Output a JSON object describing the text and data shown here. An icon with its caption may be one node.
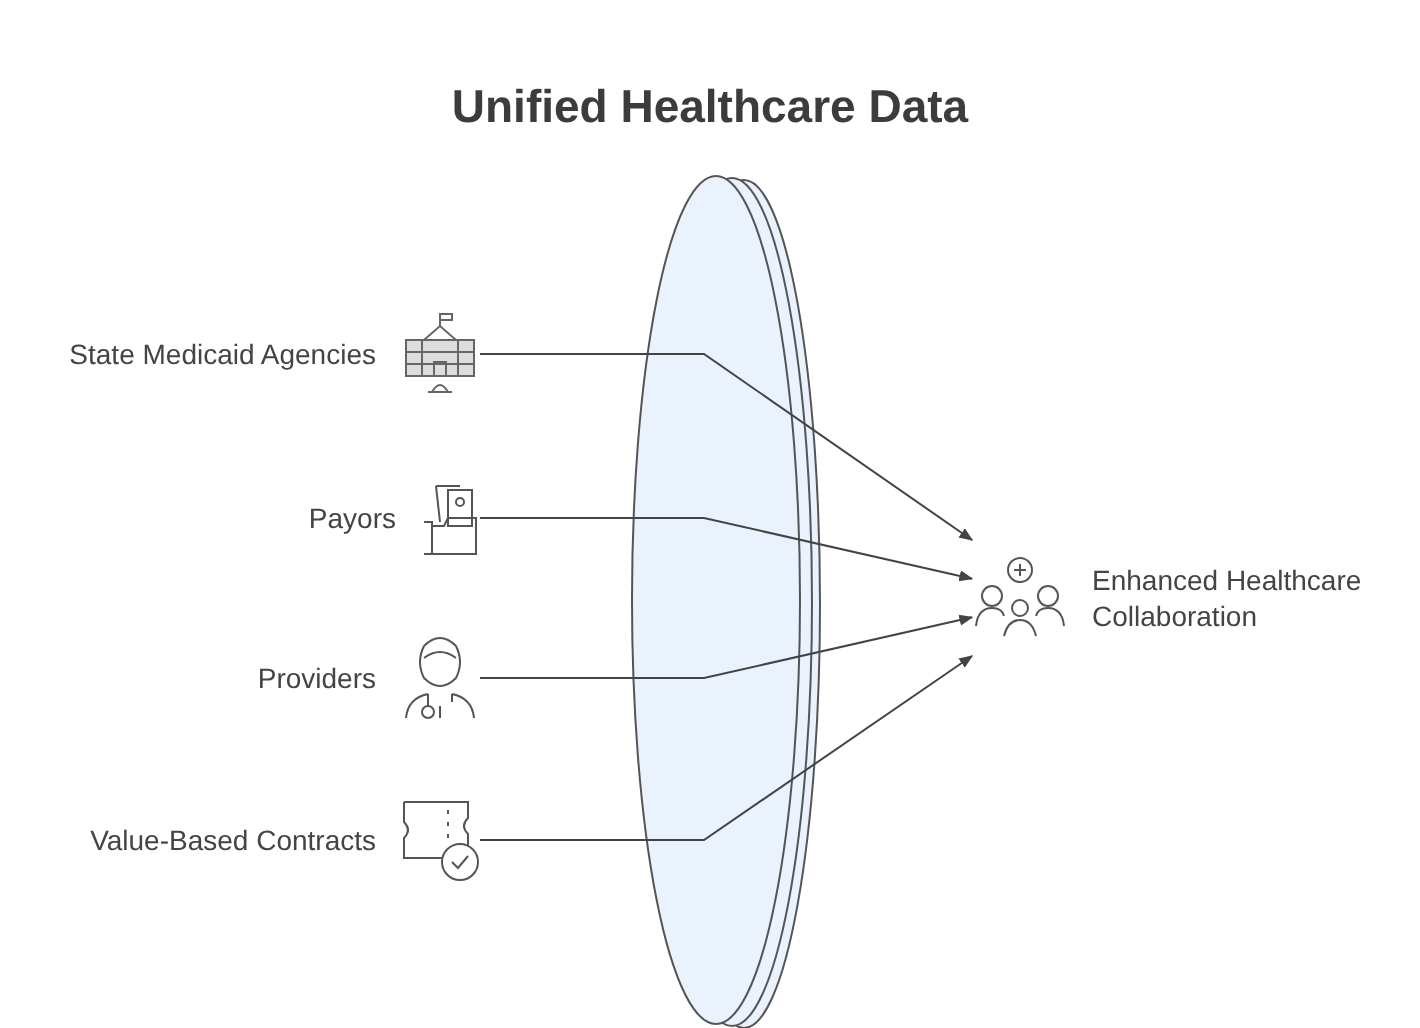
{
  "diagram": {
    "title": "Unified Healthcare Data",
    "nodes": [
      {
        "text": [
          "State Medicaid Agencies"
        ]
      },
      {
        "text": [
          "Payors"
        ]
      },
      {
        "text": [
          "Providers"
        ]
      },
      {
        "text": [
          "Value-Based Contracts"
        ]
      },
      {
        "text": [
          "Enhanced Healthcare Collaboration"
        ]
      }
    ],
    "edges": [
      {
        "from": 0,
        "to": 4,
        "arrow": "to"
      },
      {
        "from": 1,
        "to": 4,
        "arrow": "to"
      },
      {
        "from": 2,
        "to": 4,
        "arrow": "to"
      },
      {
        "from": 3,
        "to": 4,
        "arrow": "to"
      }
    ]
  }
}
